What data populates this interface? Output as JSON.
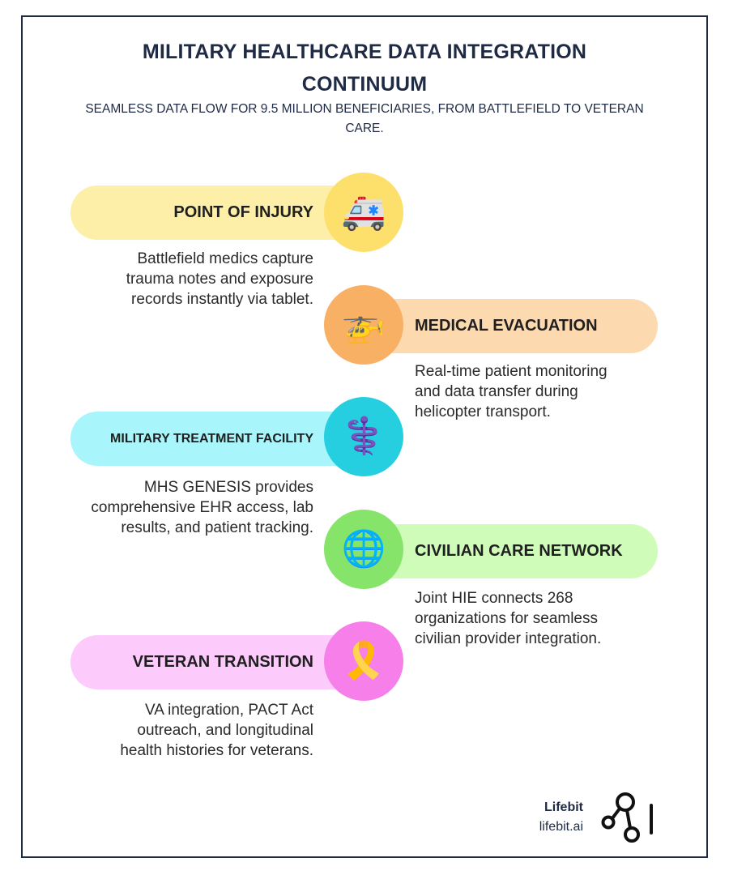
{
  "title": {
    "line1": "MILITARY HEALTHCARE DATA INTEGRATION",
    "line2": "CONTINUUM"
  },
  "subtitle": {
    "line1": "SEAMLESS DATA FLOW FOR 9.5 MILLION BENEFICIARIES, FROM BATTLEFIELD TO VETERAN",
    "line2": "CARE."
  },
  "steps": [
    {
      "label": "POINT OF INJURY",
      "icon": "ambulance-icon",
      "glyph": "🚑",
      "pill_color": "#fdeea8",
      "circle_color": "#fde06b",
      "side": "left",
      "desc_lines": [
        "Battlefield medics capture",
        "trauma notes and exposure",
        "records instantly via tablet."
      ]
    },
    {
      "label": "MEDICAL EVACUATION",
      "icon": "helicopter-icon",
      "glyph": "🚁",
      "pill_color": "#fdd9b0",
      "circle_color": "#f8b064",
      "side": "right",
      "desc_lines": [
        "Real-time patient monitoring",
        "and data transfer during",
        "helicopter transport."
      ]
    },
    {
      "label": "MILITARY TREATMENT FACILITY",
      "icon": "staff-of-aesculapius-icon",
      "glyph": "⚕️",
      "pill_color": "#a8f6fb",
      "circle_color": "#26cfe0",
      "side": "left",
      "desc_lines": [
        "MHS GENESIS provides",
        "comprehensive EHR access, lab",
        "results, and patient tracking."
      ]
    },
    {
      "label": "CIVILIAN CARE NETWORK",
      "icon": "globe-icon",
      "glyph": "🌐",
      "pill_color": "#cffcb8",
      "circle_color": "#86e46a",
      "side": "right",
      "desc_lines": [
        "Joint HIE connects 268",
        "organizations for seamless",
        "civilian provider integration."
      ]
    },
    {
      "label": "VETERAN TRANSITION",
      "icon": "ribbon-icon",
      "glyph": "🎗️",
      "pill_color": "#fdcbfb",
      "circle_color": "#f77fe9",
      "side": "left",
      "desc_lines": [
        "VA integration, PACT Act",
        "outreach, and longitudinal",
        "health histories for veterans."
      ]
    }
  ],
  "brand": {
    "name": "Lifebit",
    "url": "lifebit.ai"
  },
  "colors": {
    "navy": "#1f2a44",
    "text": "#1f1f1f"
  }
}
